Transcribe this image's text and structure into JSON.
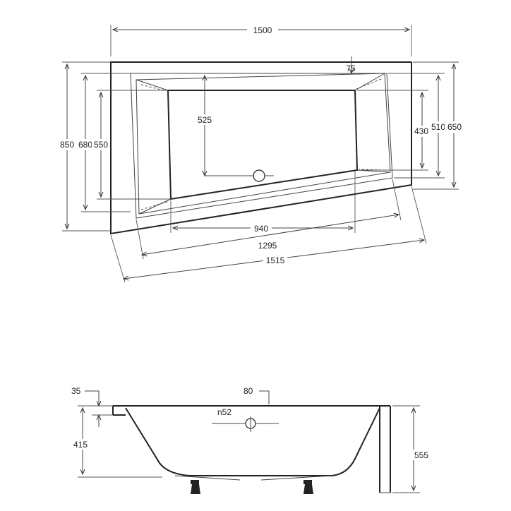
{
  "top_view": {
    "overall_width": "1500",
    "overall_depth": "850",
    "depth_680": "680",
    "depth_550": "550",
    "offset_75": "75",
    "drain_offset": "525",
    "right_430": "430",
    "right_510": "510",
    "right_650": "650",
    "basin_940": "940",
    "front_1295": "1295",
    "front_1515": "1515"
  },
  "side_view": {
    "rim_35": "35",
    "top_80": "80",
    "overflow_label": "n52",
    "basin_depth": "415",
    "total_height": "555"
  }
}
